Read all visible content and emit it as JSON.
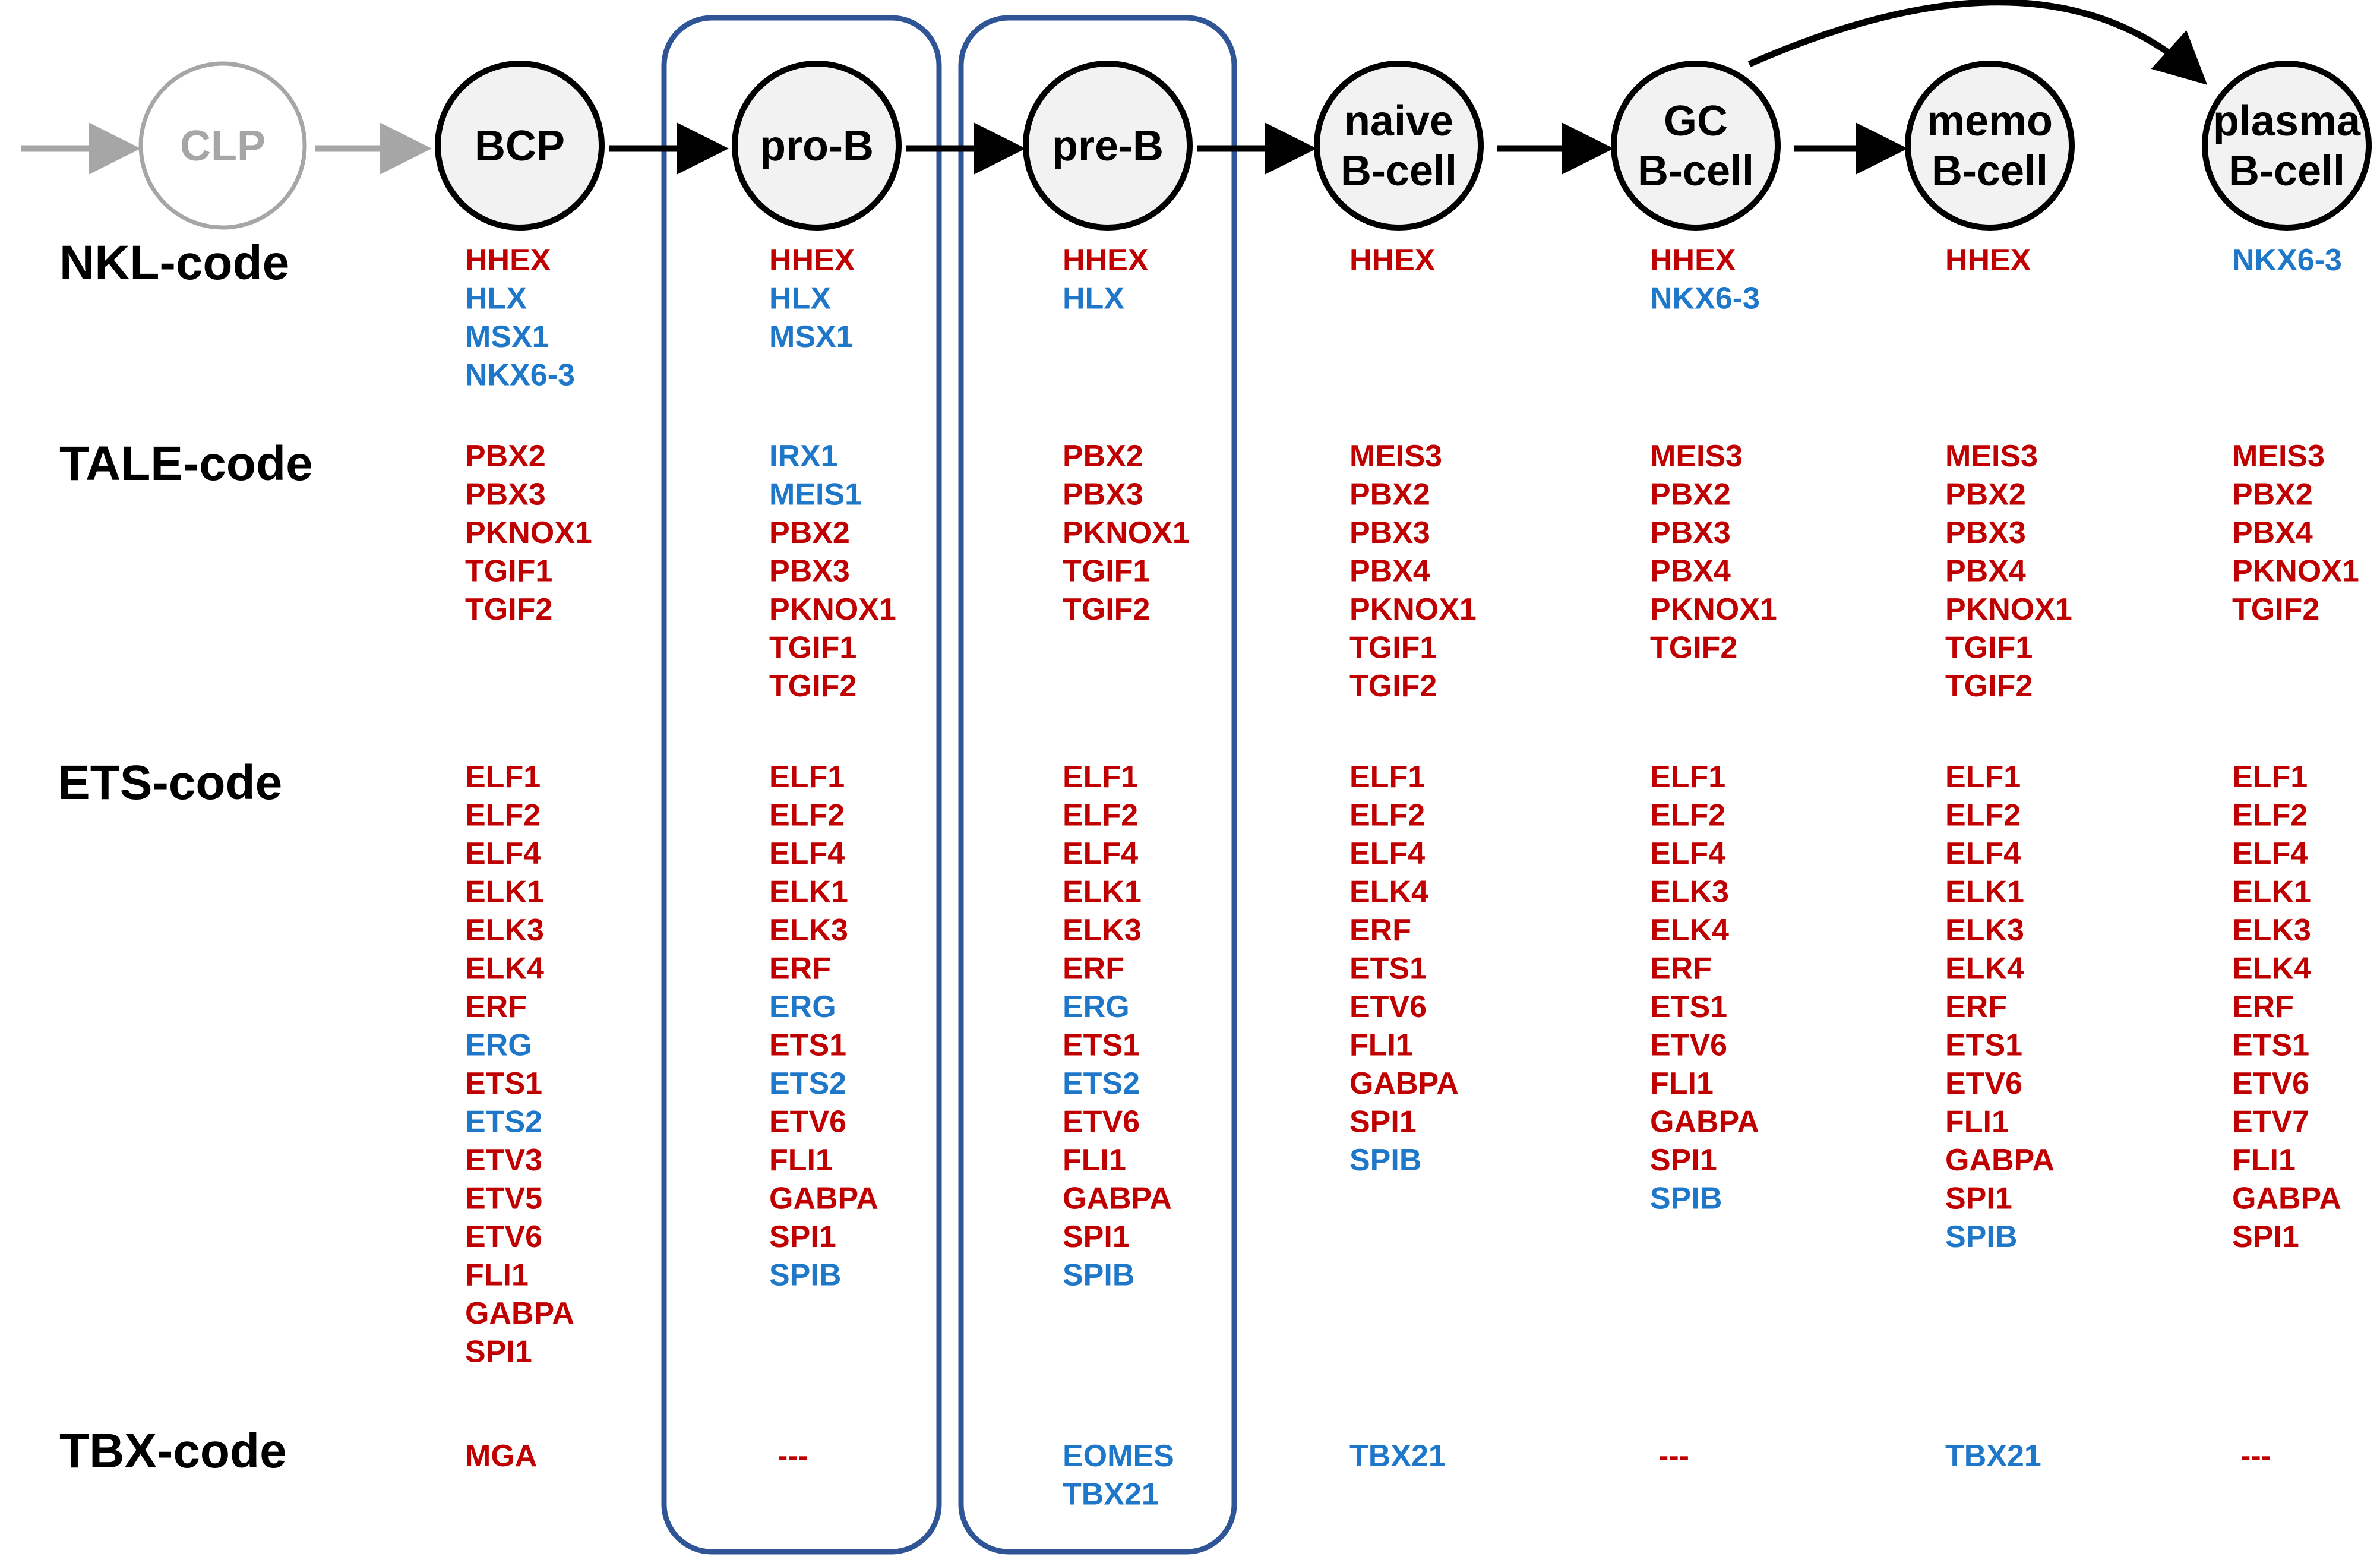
{
  "colors": {
    "active_gene": "#c00000",
    "inactive_gene": "#1f77c9",
    "node_fill": "#f2f2f2",
    "node_stroke": "#000000",
    "clp_stroke": "#a6a6a6",
    "highlight_box": "#2f5597",
    "arrow_grey": "#a6a6a6"
  },
  "stages": [
    {
      "label_lines": [
        "CLP"
      ],
      "muted": true
    },
    {
      "label_lines": [
        "BCP"
      ]
    },
    {
      "label_lines": [
        "pro-B"
      ],
      "highlighted": true
    },
    {
      "label_lines": [
        "pre-B"
      ],
      "highlighted": true
    },
    {
      "label_lines": [
        "naive",
        "B-cell"
      ]
    },
    {
      "label_lines": [
        "GC",
        "B-cell"
      ]
    },
    {
      "label_lines": [
        "memo",
        "B-cell"
      ]
    },
    {
      "label_lines": [
        "plasma",
        "B-cell"
      ]
    }
  ],
  "row_labels": [
    "NKL-code",
    "TALE-code",
    "ETS-code",
    "TBX-code"
  ],
  "codes": {
    "nkl": [
      [
        {
          "t": "HHEX",
          "c": "red"
        },
        {
          "t": "HLX",
          "c": "blue"
        },
        {
          "t": "MSX1",
          "c": "blue"
        },
        {
          "t": "NKX6-3",
          "c": "blue"
        }
      ],
      [
        {
          "t": "HHEX",
          "c": "red"
        },
        {
          "t": "HLX",
          "c": "blue"
        },
        {
          "t": "MSX1",
          "c": "blue"
        }
      ],
      [
        {
          "t": "HHEX",
          "c": "red"
        },
        {
          "t": "HLX",
          "c": "blue"
        }
      ],
      [
        {
          "t": "HHEX",
          "c": "red"
        }
      ],
      [
        {
          "t": "HHEX",
          "c": "red"
        },
        {
          "t": "NKX6-3",
          "c": "blue"
        }
      ],
      [
        {
          "t": "HHEX",
          "c": "red"
        }
      ],
      [
        {
          "t": "NKX6-3",
          "c": "blue"
        }
      ]
    ],
    "tale": [
      [
        {
          "t": "PBX2",
          "c": "red"
        },
        {
          "t": "PBX3",
          "c": "red"
        },
        {
          "t": "PKNOX1",
          "c": "red"
        },
        {
          "t": "TGIF1",
          "c": "red"
        },
        {
          "t": "TGIF2",
          "c": "red"
        }
      ],
      [
        {
          "t": "IRX1",
          "c": "blue"
        },
        {
          "t": "MEIS1",
          "c": "blue"
        },
        {
          "t": "PBX2",
          "c": "red"
        },
        {
          "t": "PBX3",
          "c": "red"
        },
        {
          "t": "PKNOX1",
          "c": "red"
        },
        {
          "t": "TGIF1",
          "c": "red"
        },
        {
          "t": "TGIF2",
          "c": "red"
        }
      ],
      [
        {
          "t": "PBX2",
          "c": "red"
        },
        {
          "t": "PBX3",
          "c": "red"
        },
        {
          "t": "PKNOX1",
          "c": "red"
        },
        {
          "t": "TGIF1",
          "c": "red"
        },
        {
          "t": "TGIF2",
          "c": "red"
        }
      ],
      [
        {
          "t": "MEIS3",
          "c": "red"
        },
        {
          "t": "PBX2",
          "c": "red"
        },
        {
          "t": "PBX3",
          "c": "red"
        },
        {
          "t": "PBX4",
          "c": "red"
        },
        {
          "t": "PKNOX1",
          "c": "red"
        },
        {
          "t": "TGIF1",
          "c": "red"
        },
        {
          "t": "TGIF2",
          "c": "red"
        }
      ],
      [
        {
          "t": "MEIS3",
          "c": "red"
        },
        {
          "t": "PBX2",
          "c": "red"
        },
        {
          "t": "PBX3",
          "c": "red"
        },
        {
          "t": "PBX4",
          "c": "red"
        },
        {
          "t": "PKNOX1",
          "c": "red"
        },
        {
          "t": "TGIF2",
          "c": "red"
        }
      ],
      [
        {
          "t": "MEIS3",
          "c": "red"
        },
        {
          "t": "PBX2",
          "c": "red"
        },
        {
          "t": "PBX3",
          "c": "red"
        },
        {
          "t": "PBX4",
          "c": "red"
        },
        {
          "t": "PKNOX1",
          "c": "red"
        },
        {
          "t": "TGIF1",
          "c": "red"
        },
        {
          "t": "TGIF2",
          "c": "red"
        }
      ],
      [
        {
          "t": "MEIS3",
          "c": "red"
        },
        {
          "t": "PBX2",
          "c": "red"
        },
        {
          "t": "PBX4",
          "c": "red"
        },
        {
          "t": "PKNOX1",
          "c": "red"
        },
        {
          "t": "TGIF2",
          "c": "red"
        }
      ]
    ],
    "ets": [
      [
        {
          "t": "ELF1",
          "c": "red"
        },
        {
          "t": "ELF2",
          "c": "red"
        },
        {
          "t": "ELF4",
          "c": "red"
        },
        {
          "t": "ELK1",
          "c": "red"
        },
        {
          "t": "ELK3",
          "c": "red"
        },
        {
          "t": "ELK4",
          "c": "red"
        },
        {
          "t": "ERF",
          "c": "red"
        },
        {
          "t": "ERG",
          "c": "blue"
        },
        {
          "t": "ETS1",
          "c": "red"
        },
        {
          "t": "ETS2",
          "c": "blue"
        },
        {
          "t": "ETV3",
          "c": "red"
        },
        {
          "t": "ETV5",
          "c": "red"
        },
        {
          "t": "ETV6",
          "c": "red"
        },
        {
          "t": "FLI1",
          "c": "red"
        },
        {
          "t": "GABPA",
          "c": "red"
        },
        {
          "t": "SPI1",
          "c": "red"
        }
      ],
      [
        {
          "t": "ELF1",
          "c": "red"
        },
        {
          "t": "ELF2",
          "c": "red"
        },
        {
          "t": "ELF4",
          "c": "red"
        },
        {
          "t": "ELK1",
          "c": "red"
        },
        {
          "t": "ELK3",
          "c": "red"
        },
        {
          "t": "ERF",
          "c": "red"
        },
        {
          "t": "ERG",
          "c": "blue"
        },
        {
          "t": "ETS1",
          "c": "red"
        },
        {
          "t": "ETS2",
          "c": "blue"
        },
        {
          "t": "ETV6",
          "c": "red"
        },
        {
          "t": "FLI1",
          "c": "red"
        },
        {
          "t": "GABPA",
          "c": "red"
        },
        {
          "t": "SPI1",
          "c": "red"
        },
        {
          "t": "SPIB",
          "c": "blue"
        }
      ],
      [
        {
          "t": "ELF1",
          "c": "red"
        },
        {
          "t": "ELF2",
          "c": "red"
        },
        {
          "t": "ELF4",
          "c": "red"
        },
        {
          "t": "ELK1",
          "c": "red"
        },
        {
          "t": "ELK3",
          "c": "red"
        },
        {
          "t": "ERF",
          "c": "red"
        },
        {
          "t": "ERG",
          "c": "blue"
        },
        {
          "t": "ETS1",
          "c": "red"
        },
        {
          "t": "ETS2",
          "c": "blue"
        },
        {
          "t": "ETV6",
          "c": "red"
        },
        {
          "t": "FLI1",
          "c": "red"
        },
        {
          "t": "GABPA",
          "c": "red"
        },
        {
          "t": "SPI1",
          "c": "red"
        },
        {
          "t": "SPIB",
          "c": "blue"
        }
      ],
      [
        {
          "t": "ELF1",
          "c": "red"
        },
        {
          "t": "ELF2",
          "c": "red"
        },
        {
          "t": "ELF4",
          "c": "red"
        },
        {
          "t": "ELK4",
          "c": "red"
        },
        {
          "t": "ERF",
          "c": "red"
        },
        {
          "t": "ETS1",
          "c": "red"
        },
        {
          "t": "ETV6",
          "c": "red"
        },
        {
          "t": "FLI1",
          "c": "red"
        },
        {
          "t": "GABPA",
          "c": "red"
        },
        {
          "t": "SPI1",
          "c": "red"
        },
        {
          "t": "SPIB",
          "c": "blue"
        }
      ],
      [
        {
          "t": "ELF1",
          "c": "red"
        },
        {
          "t": "ELF2",
          "c": "red"
        },
        {
          "t": "ELF4",
          "c": "red"
        },
        {
          "t": "ELK3",
          "c": "red"
        },
        {
          "t": "ELK4",
          "c": "red"
        },
        {
          "t": "ERF",
          "c": "red"
        },
        {
          "t": "ETS1",
          "c": "red"
        },
        {
          "t": "ETV6",
          "c": "red"
        },
        {
          "t": "FLI1",
          "c": "red"
        },
        {
          "t": "GABPA",
          "c": "red"
        },
        {
          "t": "SPI1",
          "c": "red"
        },
        {
          "t": "SPIB",
          "c": "blue"
        }
      ],
      [
        {
          "t": "ELF1",
          "c": "red"
        },
        {
          "t": "ELF2",
          "c": "red"
        },
        {
          "t": "ELF4",
          "c": "red"
        },
        {
          "t": "ELK1",
          "c": "red"
        },
        {
          "t": "ELK3",
          "c": "red"
        },
        {
          "t": "ELK4",
          "c": "red"
        },
        {
          "t": "ERF",
          "c": "red"
        },
        {
          "t": "ETS1",
          "c": "red"
        },
        {
          "t": "ETV6",
          "c": "red"
        },
        {
          "t": "FLI1",
          "c": "red"
        },
        {
          "t": "GABPA",
          "c": "red"
        },
        {
          "t": "SPI1",
          "c": "red"
        },
        {
          "t": "SPIB",
          "c": "blue"
        }
      ],
      [
        {
          "t": "ELF1",
          "c": "red"
        },
        {
          "t": "ELF2",
          "c": "red"
        },
        {
          "t": "ELF4",
          "c": "red"
        },
        {
          "t": "ELK1",
          "c": "red"
        },
        {
          "t": "ELK3",
          "c": "red"
        },
        {
          "t": "ELK4",
          "c": "red"
        },
        {
          "t": "ERF",
          "c": "red"
        },
        {
          "t": "ETS1",
          "c": "red"
        },
        {
          "t": "ETV6",
          "c": "red"
        },
        {
          "t": "ETV7",
          "c": "red"
        },
        {
          "t": "FLI1",
          "c": "red"
        },
        {
          "t": "GABPA",
          "c": "red"
        },
        {
          "t": "SPI1",
          "c": "red"
        }
      ]
    ],
    "tbx": [
      [
        {
          "t": "MGA",
          "c": "red"
        }
      ],
      [
        {
          "t": "---",
          "c": "red"
        }
      ],
      [
        {
          "t": "EOMES",
          "c": "blue"
        },
        {
          "t": "TBX21",
          "c": "blue"
        }
      ],
      [
        {
          "t": "TBX21",
          "c": "blue"
        }
      ],
      [
        {
          "t": "---",
          "c": "red"
        }
      ],
      [
        {
          "t": "TBX21",
          "c": "blue"
        }
      ],
      [
        {
          "t": "---",
          "c": "red"
        }
      ]
    ]
  }
}
